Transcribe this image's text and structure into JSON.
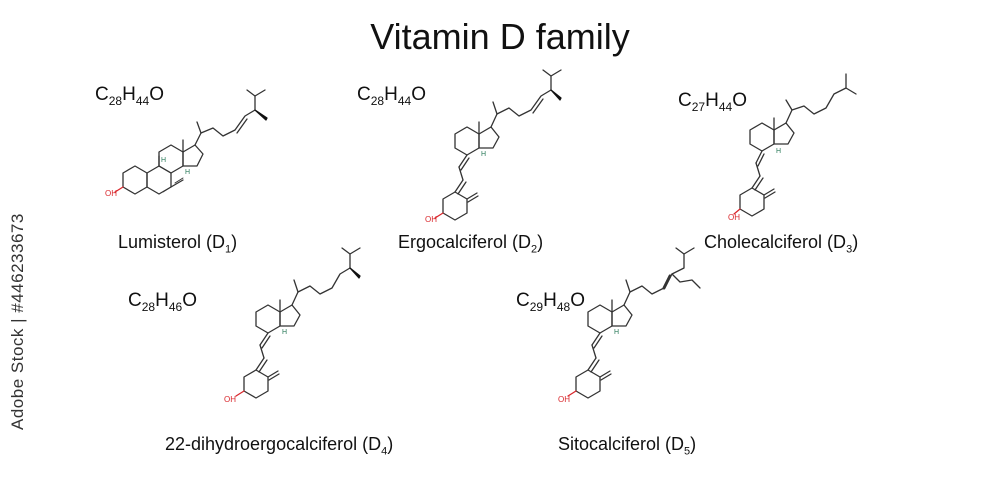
{
  "title": "Vitamin D family",
  "watermark": "Adobe Stock | #446233673",
  "molecules": [
    {
      "formula": [
        "C",
        "28",
        "H",
        "44",
        "O"
      ],
      "name": "Lumisterol (D",
      "sub": "1",
      "close": ")"
    },
    {
      "formula": [
        "C",
        "28",
        "H",
        "44",
        "O"
      ],
      "name": "Ergocalciferol (D",
      "sub": "2",
      "close": ")"
    },
    {
      "formula": [
        "C",
        "27",
        "H",
        "44",
        "O"
      ],
      "name": "Cholecalciferol (D",
      "sub": "3",
      "close": ")"
    },
    {
      "formula": [
        "C",
        "28",
        "H",
        "46",
        "O"
      ],
      "name": "22-dihydroergocalciferol (D",
      "sub": "4",
      "close": ")"
    },
    {
      "formula": [
        "C",
        "29",
        "H",
        "48",
        "O"
      ],
      "name": "Sitocalciferol (D",
      "sub": "5",
      "close": ")"
    }
  ],
  "atom_labels": {
    "hydroxyl": "OH",
    "hydrogen": "H"
  }
}
